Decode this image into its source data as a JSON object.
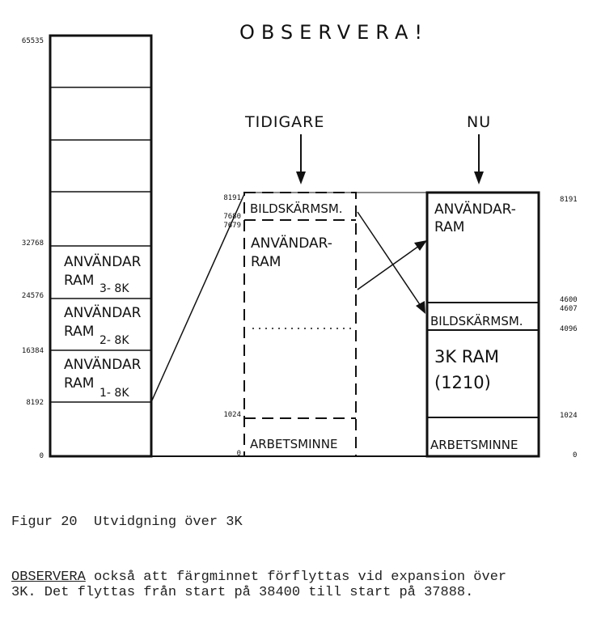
{
  "title": "OBSERVERA!",
  "left_column": {
    "addresses": [
      "65535",
      "32768",
      "24576",
      "16384",
      "8192",
      "0"
    ],
    "blocks": [
      {
        "line1": "ANVÄNDAR",
        "line2": "RAM",
        "sub": "3- 8K"
      },
      {
        "line1": "ANVÄNDAR",
        "line2": "RAM",
        "sub": "2- 8K"
      },
      {
        "line1": "ANVÄNDAR",
        "line2": "RAM",
        "sub": "1- 8K"
      }
    ]
  },
  "before": {
    "heading": "TIDIGARE",
    "addresses": {
      "top": "8191",
      "screen_top": "7680",
      "screen_bottom": "7679",
      "work_top": "1024",
      "zero": "0"
    },
    "screen_label": "BILDSKÄRMSM.",
    "user_line1": "ANVÄNDAR-",
    "user_line2": "RAM",
    "work_label": "ARBETSMINNE"
  },
  "after": {
    "heading": "NU",
    "addresses": {
      "top": "8191",
      "screen_top": "4600",
      "screen_bottom": "4607",
      "ram_top": "4096",
      "work_top": "1024",
      "zero": "0"
    },
    "user_line1": "ANVÄNDAR-",
    "user_line2": "RAM",
    "screen_label": "BILDSKÄRMSM.",
    "ram_line1": "3K RAM",
    "ram_line2": "(1210)",
    "work_label": "ARBETSMINNE"
  },
  "caption": "Figur 20  Utvidgning över 3K",
  "note": {
    "keyword": "OBSERVERA",
    "text": " också att färgminnet förflyttas vid expansion över 3K. Det flyttas från start på 38400 till start på 37888."
  }
}
